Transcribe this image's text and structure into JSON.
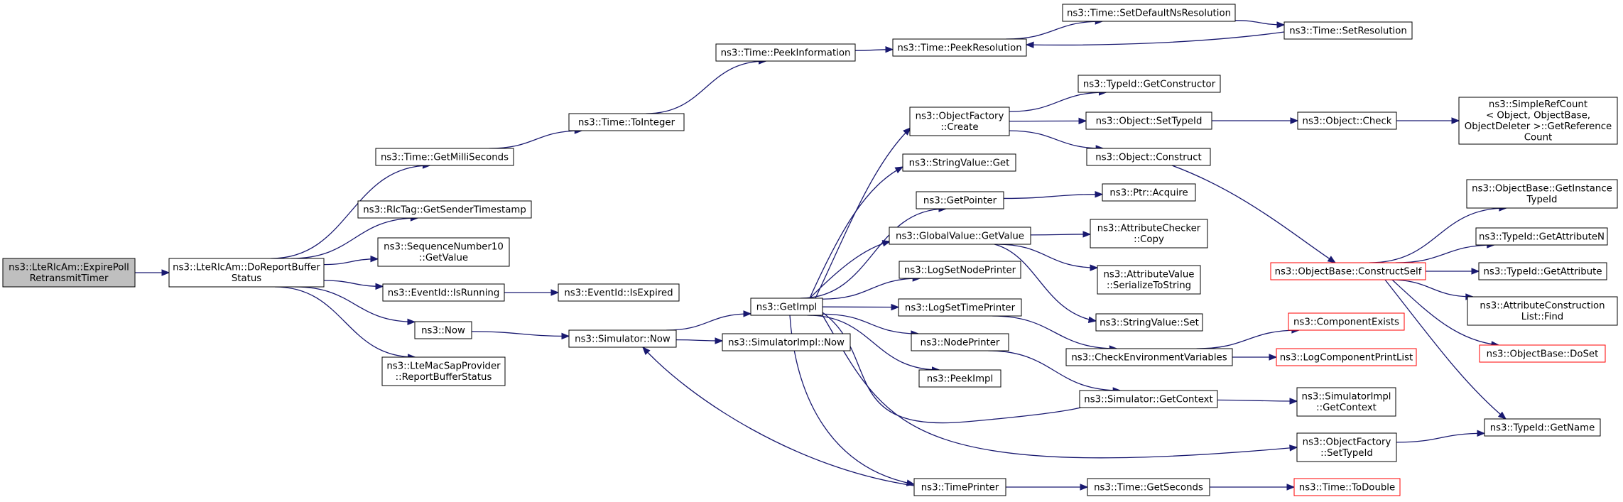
{
  "nodes": [
    {
      "id": "root",
      "lines": [
        "ns3::LteRlcAm::ExpirePoll",
        "RetransmitTimer"
      ],
      "style": "root"
    },
    {
      "id": "drbs",
      "lines": [
        "ns3::LteRlcAm::DoReportBuffer",
        "Status"
      ]
    },
    {
      "id": "getms",
      "lines": [
        "ns3::Time::GetMilliSeconds"
      ]
    },
    {
      "id": "rlctag",
      "lines": [
        "ns3::RlcTag::GetSenderTimestamp"
      ]
    },
    {
      "id": "seqnum",
      "lines": [
        "ns3::SequenceNumber10",
        "::GetValue"
      ]
    },
    {
      "id": "isrun",
      "lines": [
        "ns3::EventId::IsRunning"
      ]
    },
    {
      "id": "now",
      "lines": [
        "ns3::Now"
      ]
    },
    {
      "id": "lmsap",
      "lines": [
        "ns3::LteMacSapProvider",
        "::ReportBufferStatus"
      ]
    },
    {
      "id": "toint",
      "lines": [
        "ns3::Time::ToInteger"
      ]
    },
    {
      "id": "isexp",
      "lines": [
        "ns3::EventId::IsExpired"
      ]
    },
    {
      "id": "simnow",
      "lines": [
        "ns3::Simulator::Now"
      ]
    },
    {
      "id": "peekinfo",
      "lines": [
        "ns3::Time::PeekInformation"
      ]
    },
    {
      "id": "getimpl",
      "lines": [
        "ns3::GetImpl"
      ]
    },
    {
      "id": "simimplnow",
      "lines": [
        "ns3::SimulatorImpl::Now"
      ]
    },
    {
      "id": "peekres",
      "lines": [
        "ns3::Time::PeekResolution"
      ]
    },
    {
      "id": "setdef",
      "lines": [
        "ns3::Time::SetDefaultNsResolution"
      ]
    },
    {
      "id": "setres",
      "lines": [
        "ns3::Time::SetResolution"
      ]
    },
    {
      "id": "ofcreate",
      "lines": [
        "ns3::ObjectFactory",
        "::Create"
      ]
    },
    {
      "id": "svget",
      "lines": [
        "ns3::StringValue::Get"
      ]
    },
    {
      "id": "getptr",
      "lines": [
        "ns3::GetPointer"
      ]
    },
    {
      "id": "gvget",
      "lines": [
        "ns3::GlobalValue::GetValue"
      ]
    },
    {
      "id": "lsnp",
      "lines": [
        "ns3::LogSetNodePrinter"
      ]
    },
    {
      "id": "lstp",
      "lines": [
        "ns3::LogSetTimePrinter"
      ]
    },
    {
      "id": "nodep",
      "lines": [
        "ns3::NodePrinter"
      ]
    },
    {
      "id": "peekimpl",
      "lines": [
        "ns3::PeekImpl"
      ]
    },
    {
      "id": "timep",
      "lines": [
        "ns3::TimePrinter"
      ]
    },
    {
      "id": "tidctor",
      "lines": [
        "ns3::TypeId::GetConstructor"
      ]
    },
    {
      "id": "objsettid",
      "lines": [
        "ns3::Object::SetTypeId"
      ]
    },
    {
      "id": "objconstruct",
      "lines": [
        "ns3::Object::Construct"
      ]
    },
    {
      "id": "ptracq",
      "lines": [
        "ns3::Ptr::Acquire"
      ]
    },
    {
      "id": "accopy",
      "lines": [
        "ns3::AttributeChecker",
        "::Copy"
      ]
    },
    {
      "id": "avser",
      "lines": [
        "ns3::AttributeValue",
        "::SerializeToString"
      ]
    },
    {
      "id": "svset",
      "lines": [
        "ns3::StringValue::Set"
      ]
    },
    {
      "id": "checkenv",
      "lines": [
        "ns3::CheckEnvironmentVariables"
      ]
    },
    {
      "id": "simgetctx",
      "lines": [
        "ns3::Simulator::GetContext"
      ]
    },
    {
      "id": "ofsettid",
      "lines": [
        "ns3::ObjectFactory",
        "::SetTypeId"
      ]
    },
    {
      "id": "timegetsec",
      "lines": [
        "ns3::Time::GetSeconds"
      ]
    },
    {
      "id": "objcheck",
      "lines": [
        "ns3::Object::Check"
      ]
    },
    {
      "id": "obconstructself",
      "lines": [
        "ns3::ObjectBase::ConstructSelf"
      ],
      "style": "red"
    },
    {
      "id": "compexists",
      "lines": [
        "ns3::ComponentExists"
      ],
      "style": "red"
    },
    {
      "id": "logcpl",
      "lines": [
        "ns3::LogComponentPrintList"
      ],
      "style": "red"
    },
    {
      "id": "simimplctx",
      "lines": [
        "ns3::SimulatorImpl",
        "::GetContext"
      ]
    },
    {
      "id": "todouble",
      "lines": [
        "ns3::Time::ToDouble"
      ],
      "style": "red"
    },
    {
      "id": "srcgrc",
      "lines": [
        "ns3::SimpleRefCount",
        "< Object, ObjectBase,",
        "ObjectDeleter >::GetReference",
        "Count"
      ]
    },
    {
      "id": "obgit",
      "lines": [
        "ns3::ObjectBase::GetInstance",
        "TypeId"
      ]
    },
    {
      "id": "tidgan",
      "lines": [
        "ns3::TypeId::GetAttributeN"
      ]
    },
    {
      "id": "tidga",
      "lines": [
        "ns3::TypeId::GetAttribute"
      ]
    },
    {
      "id": "aclfind",
      "lines": [
        "ns3::AttributeConstruction",
        "List::Find"
      ]
    },
    {
      "id": "obdoset",
      "lines": [
        "ns3::ObjectBase::DoSet"
      ],
      "style": "red"
    },
    {
      "id": "tidgetname",
      "lines": [
        "ns3::TypeId::GetName"
      ]
    }
  ]
}
